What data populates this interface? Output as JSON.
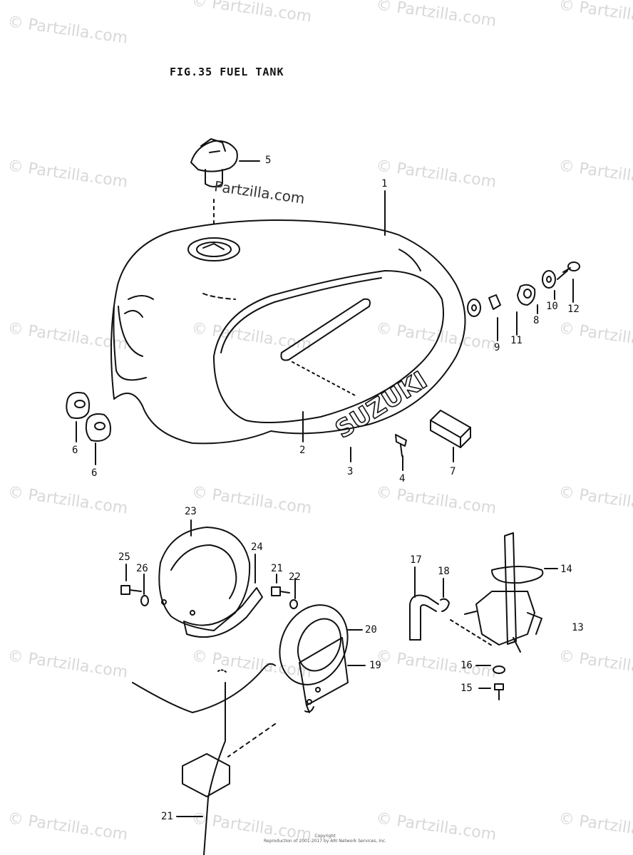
{
  "title": "FIG.35  FUEL TANK",
  "watermark": "© Partzilla.com",
  "inline_watermark": "Partzilla.com",
  "brand_text": "SUZUKI",
  "copyright": [
    "Copyright",
    "Reproduction of 2001-2017 by ARI Network Services, Inc."
  ],
  "callouts": {
    "c1": "1",
    "c2": "2",
    "c3": "3",
    "c4": "4",
    "c5": "5",
    "c6a": "6",
    "c6b": "6",
    "c7": "7",
    "c8": "8",
    "c9": "9",
    "c10": "10",
    "c11": "11",
    "c12": "12",
    "c13": "13",
    "c14": "14",
    "c15": "15",
    "c16": "16",
    "c17": "17",
    "c18": "18",
    "c19": "19",
    "c20": "20",
    "c21a": "21",
    "c21b": "21",
    "c22": "22",
    "c23": "23",
    "c24": "24",
    "c25": "25",
    "c26": "26"
  }
}
